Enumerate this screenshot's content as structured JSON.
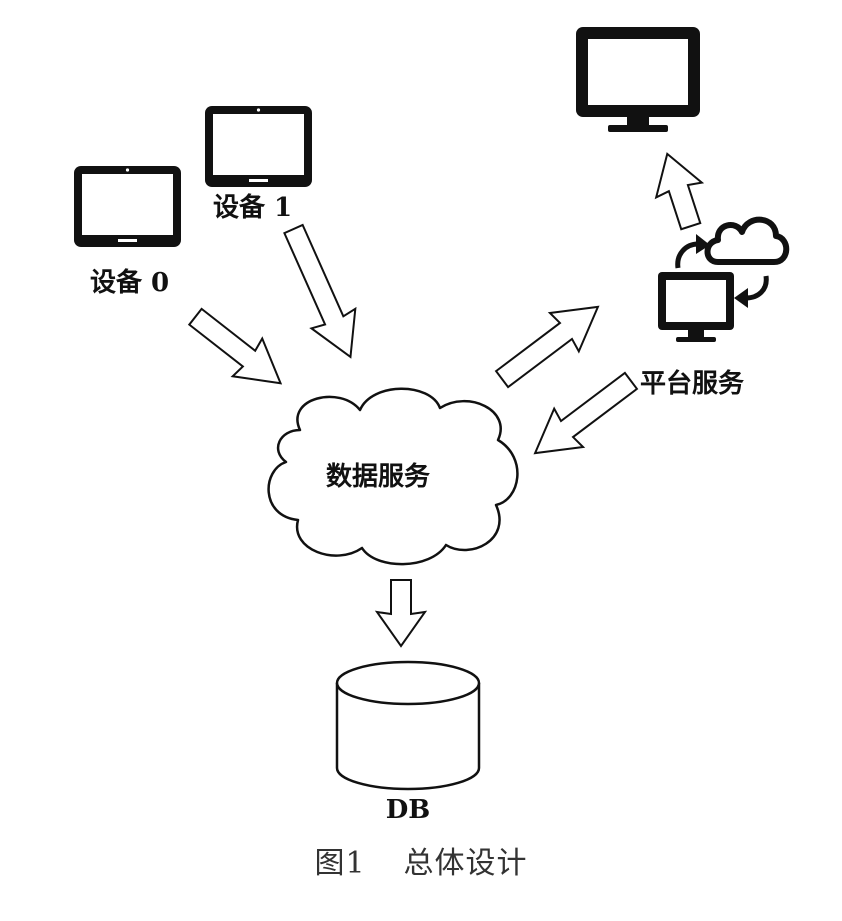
{
  "labels": {
    "device0": "设备 0",
    "device1": "设备 1",
    "platform_service": "平台服务",
    "data_service": "数据服务",
    "db": "DB"
  },
  "caption": {
    "figure_number": "图1",
    "title": "总体设计"
  },
  "icons": {
    "device": "tablet-icon",
    "monitor": "monitor-icon",
    "cloud": "cloud-icon",
    "database": "database-cylinder-icon",
    "sync": "sync-arrows-icon"
  }
}
